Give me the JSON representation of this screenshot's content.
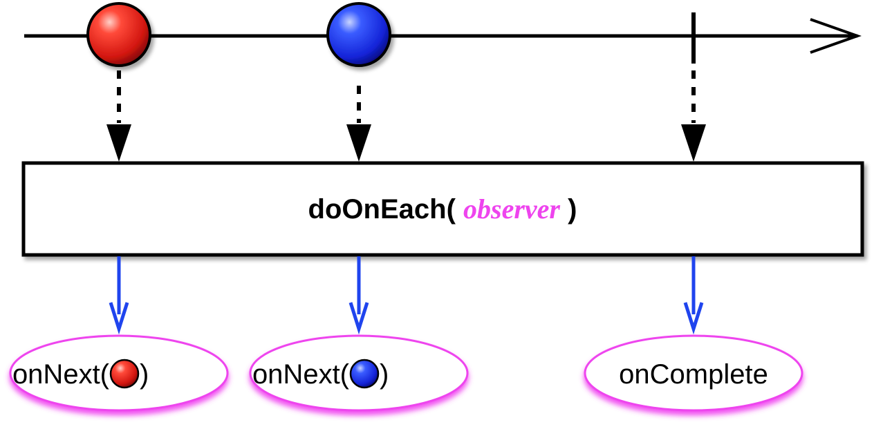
{
  "operator": {
    "name": "doOnEach(",
    "argument": "observer",
    "close": ")"
  },
  "events": [
    {
      "kind": "next",
      "color": "red",
      "label_prefix": "onNext(",
      "label_suffix": ")"
    },
    {
      "kind": "next",
      "color": "blue",
      "label_prefix": "onNext(",
      "label_suffix": ")"
    },
    {
      "kind": "complete",
      "label": "onComplete"
    }
  ],
  "colors": {
    "red": "#e8231f",
    "blue": "#1f3cf0",
    "argument": "#ee44ee",
    "bubble_glow": "#ee33ee",
    "output_arrow": "#1f44ee"
  }
}
